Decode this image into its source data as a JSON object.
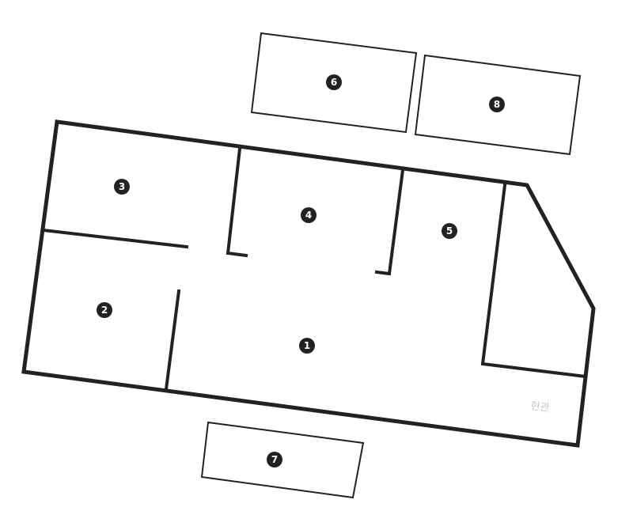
{
  "rooms": [
    {
      "id": "1",
      "label": "1"
    },
    {
      "id": "2",
      "label": "2"
    },
    {
      "id": "3",
      "label": "3"
    },
    {
      "id": "4",
      "label": "4"
    },
    {
      "id": "5",
      "label": "5"
    },
    {
      "id": "6",
      "label": "6"
    },
    {
      "id": "7",
      "label": "7"
    },
    {
      "id": "8",
      "label": "8"
    }
  ],
  "entrance_label": "현관",
  "colors": {
    "wall": "#222222",
    "entrance_text": "#c8c8c8",
    "background": "#ffffff"
  }
}
